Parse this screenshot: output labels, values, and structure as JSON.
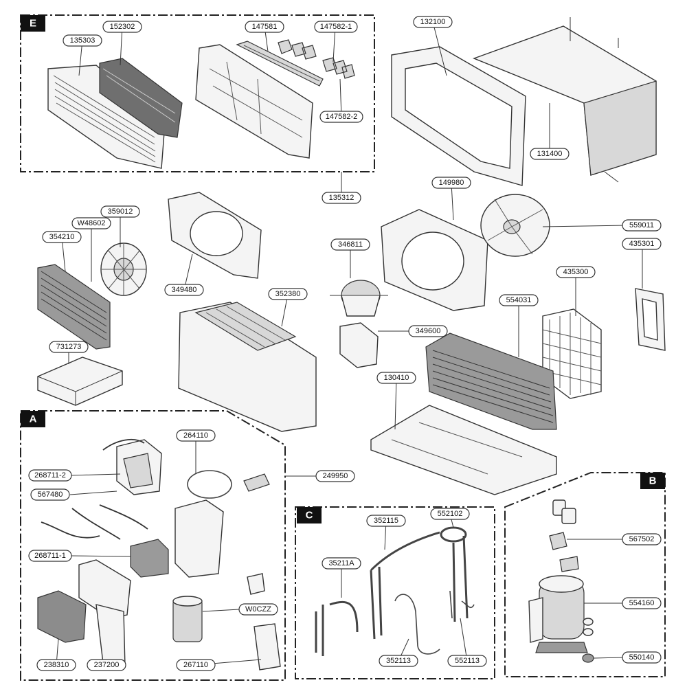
{
  "sections": {
    "E": "E",
    "A": "A",
    "B": "B",
    "C": "C"
  },
  "labels": {
    "p135303": "135303",
    "p152302": "152302",
    "p147581": "147581",
    "p147582_1": "147582-1",
    "p147582_2": "147582-2",
    "p135312": "135312",
    "p132100": "132100",
    "p131400": "131400",
    "p149980": "149980",
    "p559011": "559011",
    "p435301": "435301",
    "p435300": "435300",
    "p359012": "359012",
    "pW48602": "W48602",
    "p354210": "354210",
    "p349480": "349480",
    "p346811": "346811",
    "p352380": "352380",
    "p554031": "554031",
    "p349600": "349600",
    "p731273": "731273",
    "p130410": "130410",
    "p264110": "264110",
    "p268711_2": "268711-2",
    "p249950": "249950",
    "p567480": "567480",
    "p268711_1": "268711-1",
    "pW0CZZ": "W0CZZ",
    "p238310": "238310",
    "p237200": "237200",
    "p267110": "267110",
    "p352115": "352115",
    "p552102": "552102",
    "p35211A": "35211A",
    "p352113": "352113",
    "p552113": "552113",
    "p567502": "567502",
    "p554160": "554160",
    "p550140": "550140"
  }
}
